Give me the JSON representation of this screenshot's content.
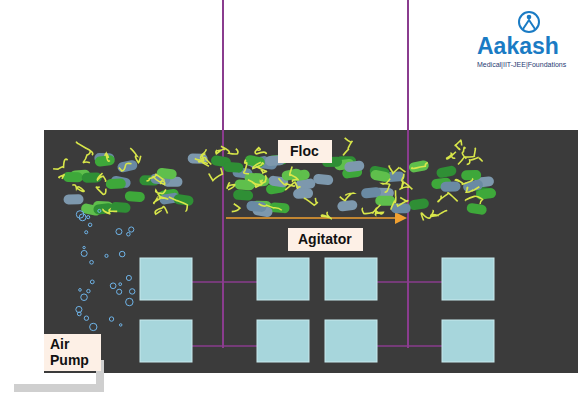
{
  "diagram": {
    "nodes": [
      {
        "text": [
          "Floc"
        ]
      },
      {
        "text": [
          "Agitator"
        ]
      },
      {
        "text": [
          "Air Pump"
        ]
      }
    ],
    "labels": [
      "Aakash",
      "Medical|IIT-JEE|Foundations"
    ]
  }
}
